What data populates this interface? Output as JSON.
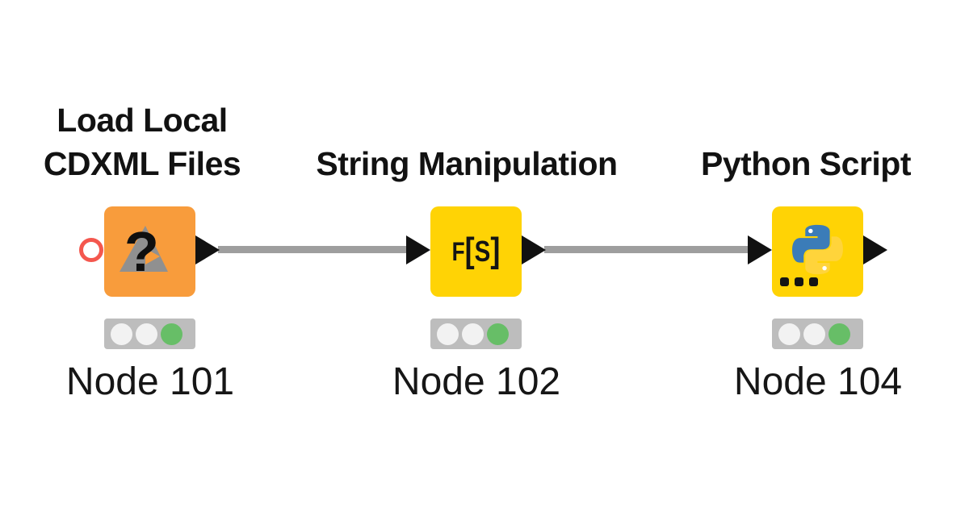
{
  "workflow": {
    "nodes": [
      {
        "id": "node-101",
        "title": [
          "Load Local",
          "CDXML Files"
        ],
        "label": "Node 101",
        "body_color": "#F89C3C",
        "icon": "unknown-node-question-mark",
        "icon_glyph": "?",
        "status_lights": [
          "off",
          "off",
          "green"
        ]
      },
      {
        "id": "node-102",
        "title": [
          "String Manipulation"
        ],
        "label": "Node 102",
        "body_color": "#FFD305",
        "icon": "string-function",
        "icon_glyph_parts": {
          "f": "F",
          "open": "[",
          "s": "S",
          "close": "]"
        },
        "status_lights": [
          "off",
          "off",
          "green"
        ]
      },
      {
        "id": "node-104",
        "title": [
          "Python Script"
        ],
        "label": "Node 104",
        "body_color": "#FFD305",
        "icon": "python-logo",
        "has_dynamic_ports": true,
        "status_lights": [
          "off",
          "off",
          "green"
        ]
      }
    ],
    "connections": [
      {
        "from": "node-101",
        "to": "node-102"
      },
      {
        "from": "node-102",
        "to": "node-104"
      }
    ],
    "colors": {
      "port_black": "#111111",
      "connection_gray": "#9E9E9E",
      "traffic_bg": "#BDBDBD",
      "light_off": "#F2F2F2",
      "light_green": "#67BE67",
      "unconnected_port_red": "#F4574E",
      "icon_triangle_gray": "#909090",
      "python_blue": "#3B7CB8",
      "python_yellow": "#FFD43B"
    }
  }
}
